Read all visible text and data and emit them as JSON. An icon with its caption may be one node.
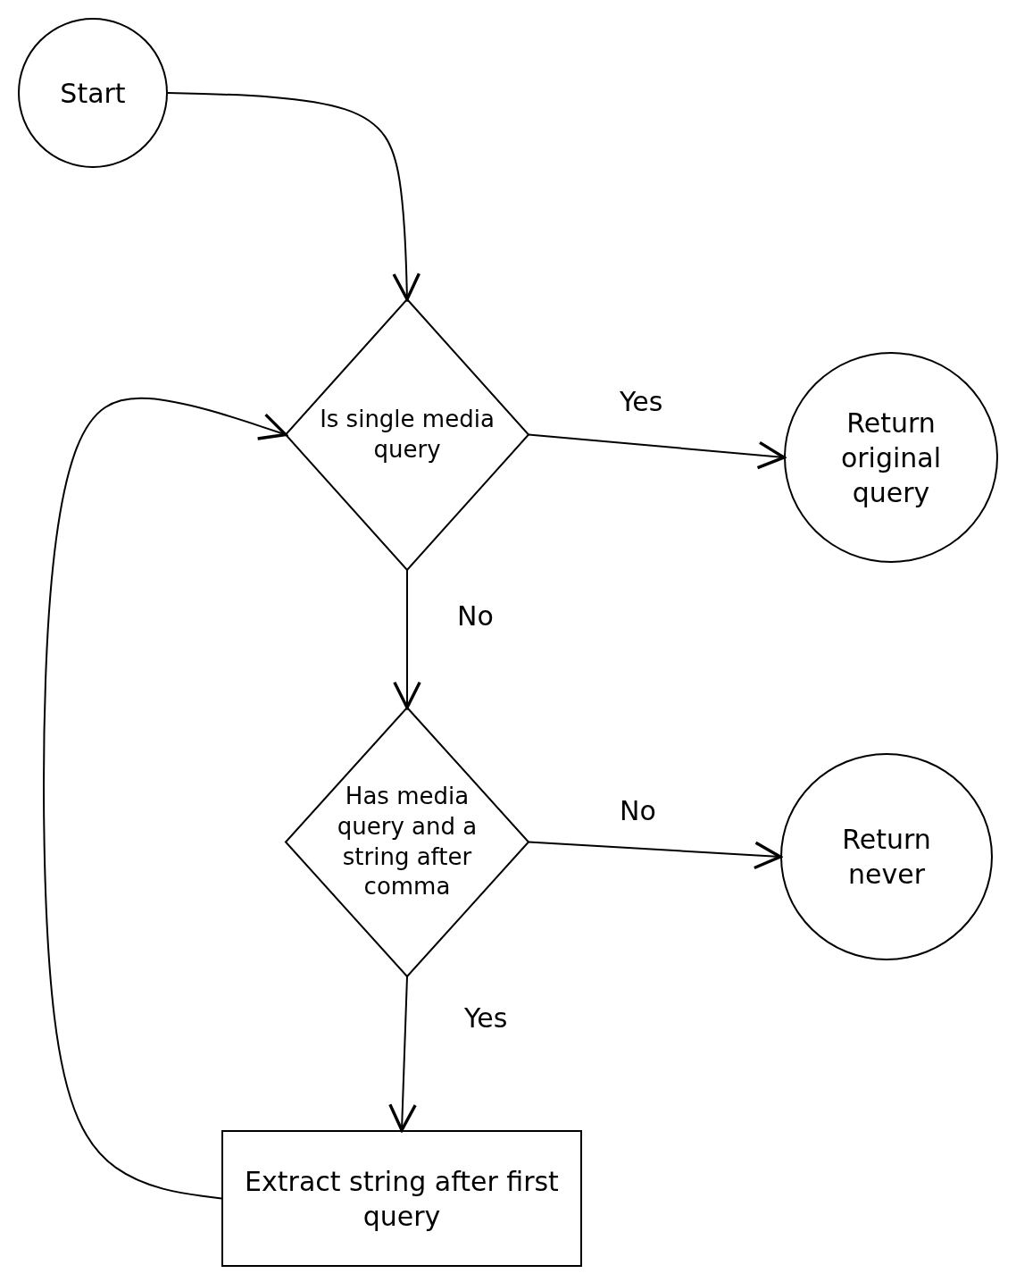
{
  "diagram": {
    "nodes": [
      {
        "text": [
          "Start"
        ]
      },
      {
        "text": [
          "Is single media query"
        ]
      },
      {
        "text": [
          "Return original query"
        ]
      },
      {
        "text": [
          "Has media query and a string after comma"
        ]
      },
      {
        "text": [
          "Return never"
        ]
      },
      {
        "text": [
          "Extract string after first query"
        ]
      }
    ],
    "edges": [
      {
        "from": 0,
        "to": 1,
        "arrow": "to"
      },
      {
        "from": 1,
        "to": 2,
        "arrow": "to",
        "label": "Yes"
      },
      {
        "from": 1,
        "to": 3,
        "arrow": "to",
        "label": "No"
      },
      {
        "from": 3,
        "to": 4,
        "arrow": "to",
        "label": "No"
      },
      {
        "from": 3,
        "to": 5,
        "arrow": "to",
        "label": "Yes"
      },
      {
        "from": 5,
        "to": 1,
        "arrow": "to"
      }
    ]
  }
}
